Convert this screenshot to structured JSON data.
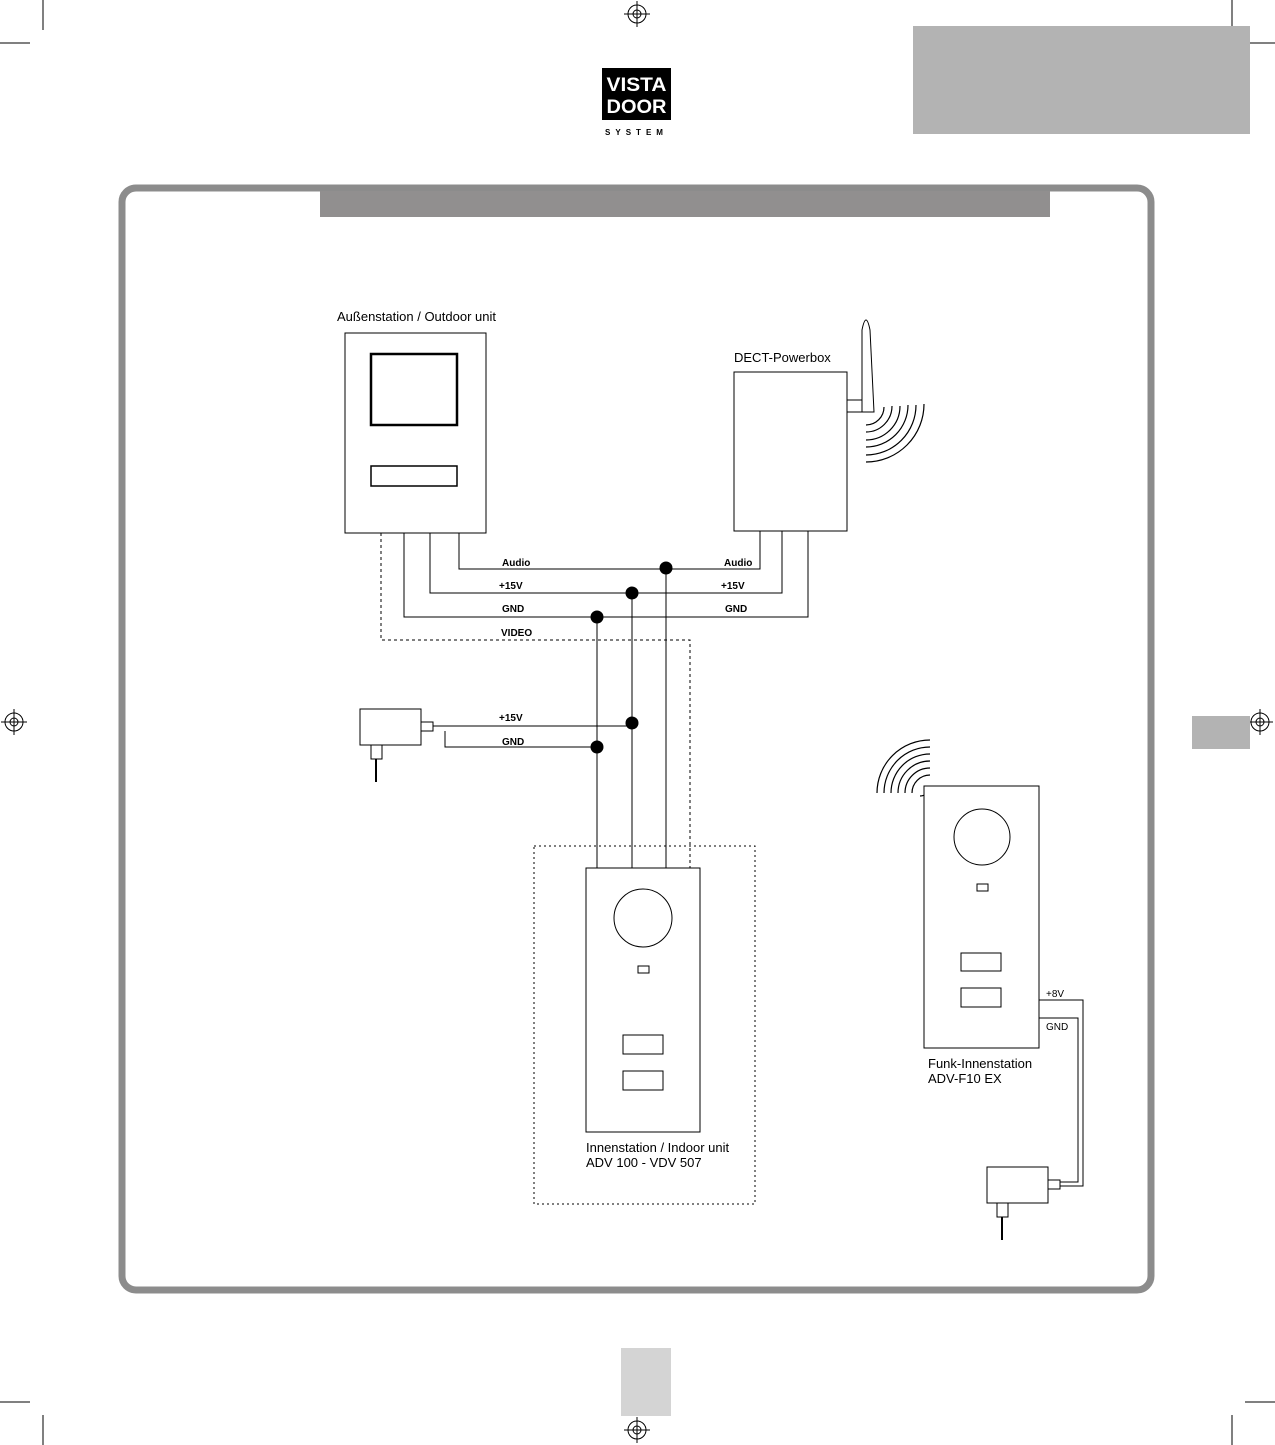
{
  "logo": {
    "line1": "VISTA",
    "line2": "DOOR",
    "line3": "SYSTEM"
  },
  "outdoor_unit": {
    "label": "Außenstation / Outdoor unit"
  },
  "powerbox": {
    "label": "DECT-Powerbox"
  },
  "wires_top": {
    "left": [
      "Audio",
      "+15V",
      "GND",
      "VIDEO"
    ],
    "right": [
      "Audio",
      "+15V",
      "GND"
    ]
  },
  "power_supply_wires": [
    "+15V",
    "GND"
  ],
  "indoor_unit": {
    "label_line1": "Innenstation / Indoor unit",
    "label_line2": "ADV 100 - VDV 507"
  },
  "wireless_indoor": {
    "label_line1": "Funk-Innenstation",
    "label_line2": "ADV-F10 EX",
    "wire_plus": "+8V",
    "wire_gnd": "GND"
  },
  "colors": {
    "frame": "#8c8c8c",
    "header_bar": "#918f8f",
    "tab": "#b3b3b3",
    "page_tab": "#d4d4d4"
  }
}
